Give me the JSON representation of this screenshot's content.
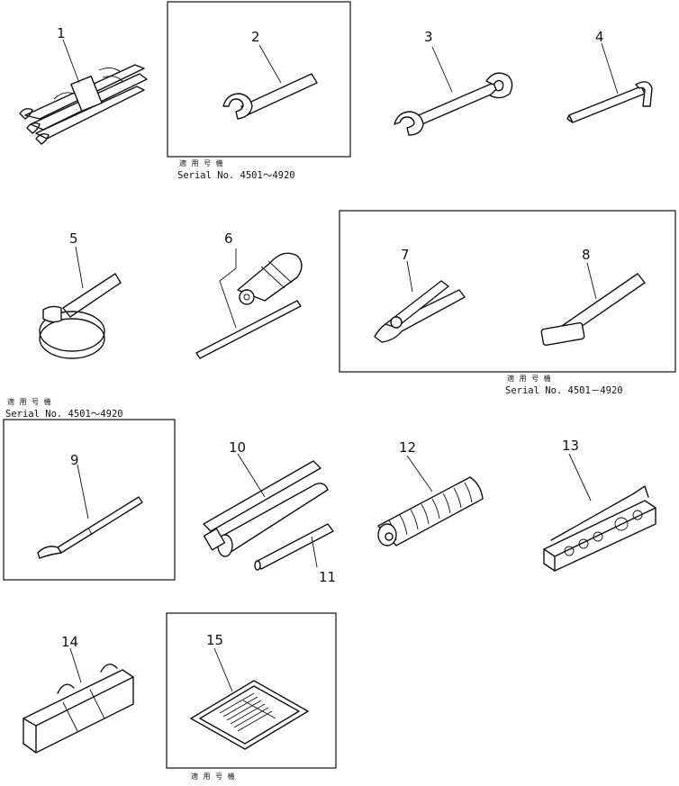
{
  "part_numbers": {
    "p1": "1",
    "p2": "2",
    "p3": "3",
    "p4": "4",
    "p5": "5",
    "p6": "6",
    "p7": "7",
    "p8": "8",
    "p9": "9",
    "p10": "10",
    "p11": "11",
    "p12": "12",
    "p13": "13",
    "p14": "14",
    "p15": "15"
  },
  "captions": {
    "box2_jp": "適 用 号 機",
    "box2_serial": "Serial No. 4501～4920",
    "box78_jp": "適 用 号 機",
    "box78_serial": "Serial No. 4501－4920",
    "box9_jp": "適 用 号 機",
    "box9_serial": "Serial No. 4501～4920",
    "box15_jp": "適 用 号 機"
  },
  "colors": {
    "line": "#111111",
    "background": "#ffffff"
  }
}
